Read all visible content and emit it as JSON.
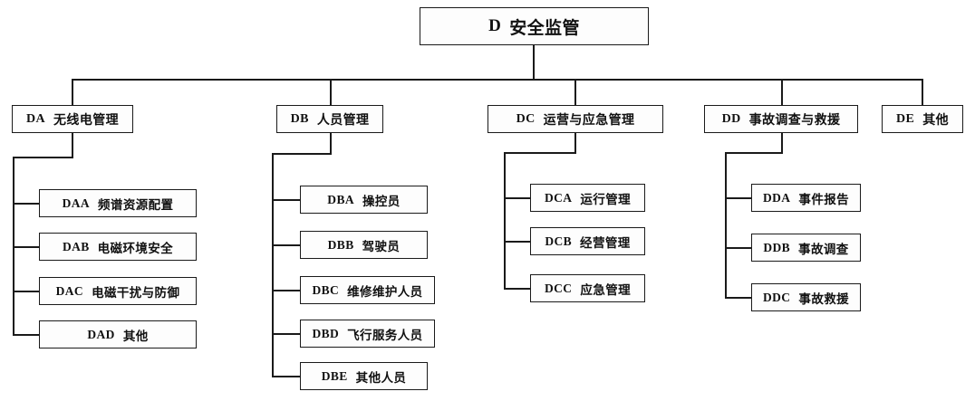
{
  "diagram": {
    "type": "organizational-hierarchy-tree",
    "title": "D 安全监管",
    "root": {
      "id": "D",
      "code": "D",
      "label": "安全监管",
      "text": "D 安全监管"
    },
    "branches": [
      {
        "id": "DA",
        "code": "DA",
        "label": "无线电管理",
        "text": "DA 无线电管理",
        "children": [
          {
            "id": "DAA",
            "code": "DAA",
            "label": "频谱资源配置",
            "text": "DAA  频谱资源配置"
          },
          {
            "id": "DAB",
            "code": "DAB",
            "label": "电磁环境安全",
            "text": "DAB  电磁环境安全"
          },
          {
            "id": "DAC",
            "code": "DAC",
            "label": "电磁干扰与防御",
            "text": "DAC  电磁干扰与防御"
          },
          {
            "id": "DAD",
            "code": "DAD",
            "label": "其他",
            "text": "DAD  其他"
          }
        ]
      },
      {
        "id": "DB",
        "code": "DB",
        "label": "人员管理",
        "text": "DB 人员管理",
        "children": [
          {
            "id": "DBA",
            "code": "DBA",
            "label": "操控员",
            "text": "DBA 操控员"
          },
          {
            "id": "DBB",
            "code": "DBB",
            "label": "驾驶员",
            "text": "DBB 驾驶员"
          },
          {
            "id": "DBC",
            "code": "DBC",
            "label": "维修维护人员",
            "text": "DBC 维修维护人员"
          },
          {
            "id": "DBD",
            "code": "DBD",
            "label": "飞行服务人员",
            "text": "DBD 飞行服务人员"
          },
          {
            "id": "DBE",
            "code": "DBE",
            "label": "其他人员",
            "text": "DBE 其他人员"
          }
        ]
      },
      {
        "id": "DC",
        "code": "DC",
        "label": "运营与应急管理",
        "text": "DC 运营与应急管理",
        "children": [
          {
            "id": "DCA",
            "code": "DCA",
            "label": "运行管理",
            "text": "DCA  运行管理"
          },
          {
            "id": "DCB",
            "code": "DCB",
            "label": "经营管理",
            "text": "DCB  经营管理"
          },
          {
            "id": "DCC",
            "code": "DCC",
            "label": "应急管理",
            "text": "DCC  应急管理"
          }
        ]
      },
      {
        "id": "DD",
        "code": "DD",
        "label": "事故调查与救援",
        "text": "DD 事故调查与救援",
        "children": [
          {
            "id": "DDA",
            "code": "DDA",
            "label": "事件报告",
            "text": "DDA 事件报告"
          },
          {
            "id": "DDB",
            "code": "DDB",
            "label": "事故调查",
            "text": "DDB 事故调查"
          },
          {
            "id": "DDC",
            "code": "DDC",
            "label": "事故救援",
            "text": "DDC 事故救援"
          }
        ]
      },
      {
        "id": "DE",
        "code": "DE",
        "label": "其他",
        "text": "DE 其他",
        "children": []
      }
    ]
  },
  "colors": {
    "line": "#1a1a1a",
    "box_border": "#1a1a1a",
    "box_fill": "#fdfdfd",
    "text": "#111111",
    "background": "#ffffff"
  }
}
